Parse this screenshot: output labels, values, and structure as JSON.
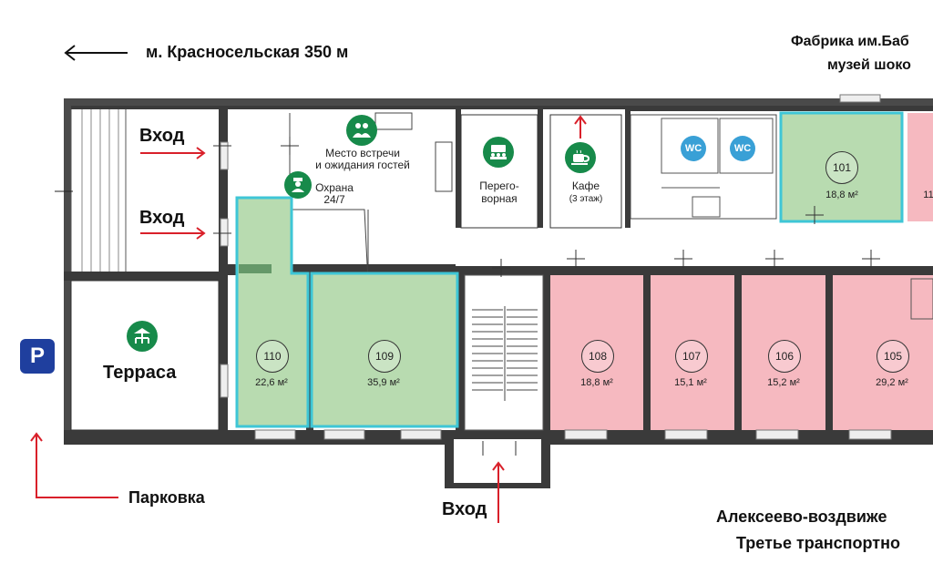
{
  "labels": {
    "metro": "м. Красносельская 350 м",
    "factory_line1": "Фабрика им.Баб",
    "factory_line2": "музей шоко",
    "entrance": "Вход",
    "terrace": "Терраса",
    "meeting_point_line1": "Место встречи",
    "meeting_point_line2": "и ожидания гостей",
    "security_line1": "Охрана",
    "security_line2": "24/7",
    "negotiation_line1": "Перего-",
    "negotiation_line2": "ворная",
    "cafe": "Кафе",
    "cafe_floor": "(3 этаж)",
    "parking": "Парковка",
    "parking_sign": "P",
    "wc": "WC",
    "street_line1": "Алексеево-воздвиже",
    "street_line2": "Третье транспортно",
    "partial_room": "11"
  },
  "rooms": [
    {
      "number": "101",
      "area": "18,8 м²",
      "status": "available"
    },
    {
      "number": "110",
      "area": "22,6 м²",
      "status": "available"
    },
    {
      "number": "109",
      "area": "35,9 м²",
      "status": "available"
    },
    {
      "number": "108",
      "area": "18,8 м²",
      "status": "occupied"
    },
    {
      "number": "107",
      "area": "15,1 м²",
      "status": "occupied"
    },
    {
      "number": "106",
      "area": "15,2 м²",
      "status": "occupied"
    },
    {
      "number": "105",
      "area": "29,2 м²",
      "status": "occupied"
    }
  ],
  "colors": {
    "available_fill": "#b8dbb0",
    "available_border": "#3ec6d6",
    "occupied_fill": "#f6b9c0",
    "wall": "#3a3a3a",
    "arrow": "#d9202a",
    "icon_green": "#178a4a",
    "wc_blue": "#39a0d6",
    "parking_blue": "#1f3f9e"
  },
  "icons": [
    "meeting-people-icon",
    "security-guard-icon",
    "meeting-room-icon",
    "coffee-cup-icon",
    "terrace-table-icon",
    "wc-icon",
    "parking-icon"
  ]
}
